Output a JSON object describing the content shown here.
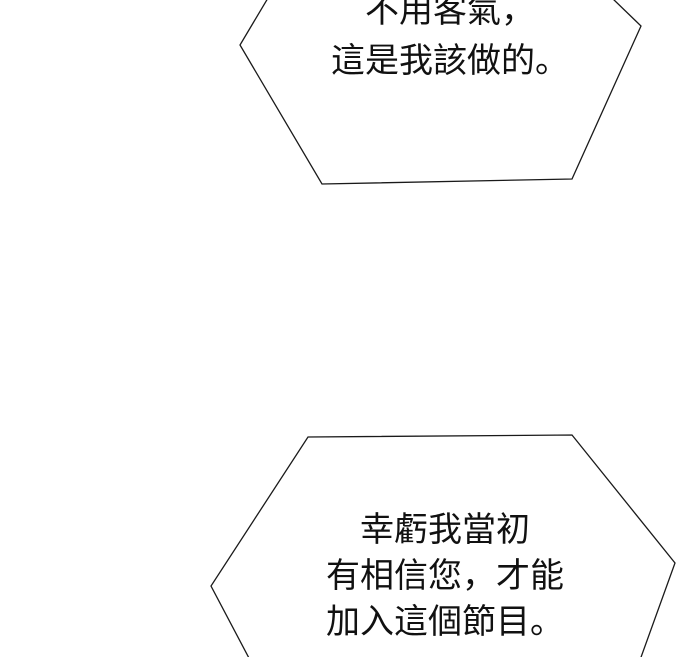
{
  "bubbles": [
    {
      "lines": [
        "不用客氣，",
        "這是我該做的。"
      ]
    },
    {
      "lines": [
        "幸虧我當初",
        "有相信您，才能",
        "加入這個節目。"
      ]
    }
  ],
  "colors": {
    "background": "#ffffff",
    "outline": "#1a1a1a",
    "text": "#111111"
  }
}
